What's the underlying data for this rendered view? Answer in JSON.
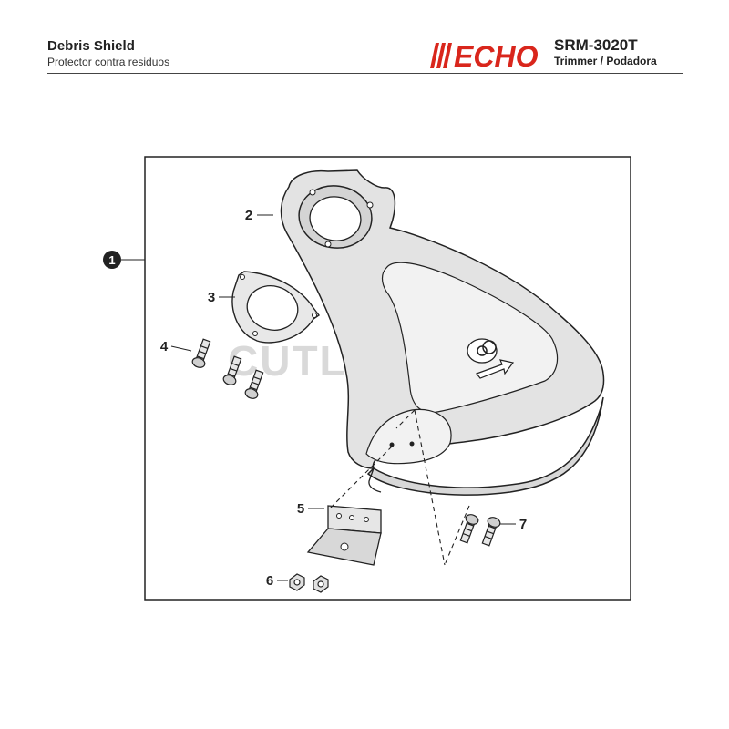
{
  "header": {
    "title": "Debris Shield",
    "subtitle": "Protector contra residuos",
    "brand": "ECHO",
    "model": "SRM-3020T",
    "model_subtitle": "Trimmer / Podadora"
  },
  "watermark": "CUTLER'S",
  "callouts": [
    {
      "id": "1",
      "label": "1",
      "style": "filled-circle"
    },
    {
      "id": "2",
      "label": "2"
    },
    {
      "id": "3",
      "label": "3"
    },
    {
      "id": "4",
      "label": "4"
    },
    {
      "id": "5",
      "label": "5"
    },
    {
      "id": "6",
      "label": "6"
    },
    {
      "id": "7",
      "label": "7"
    }
  ],
  "colors": {
    "brand_red": "#d9261c",
    "line": "#222222",
    "shield_fill": "#e3e3e3",
    "shield_inner": "#f2f2f2",
    "watermark": "#d9d9d9"
  }
}
